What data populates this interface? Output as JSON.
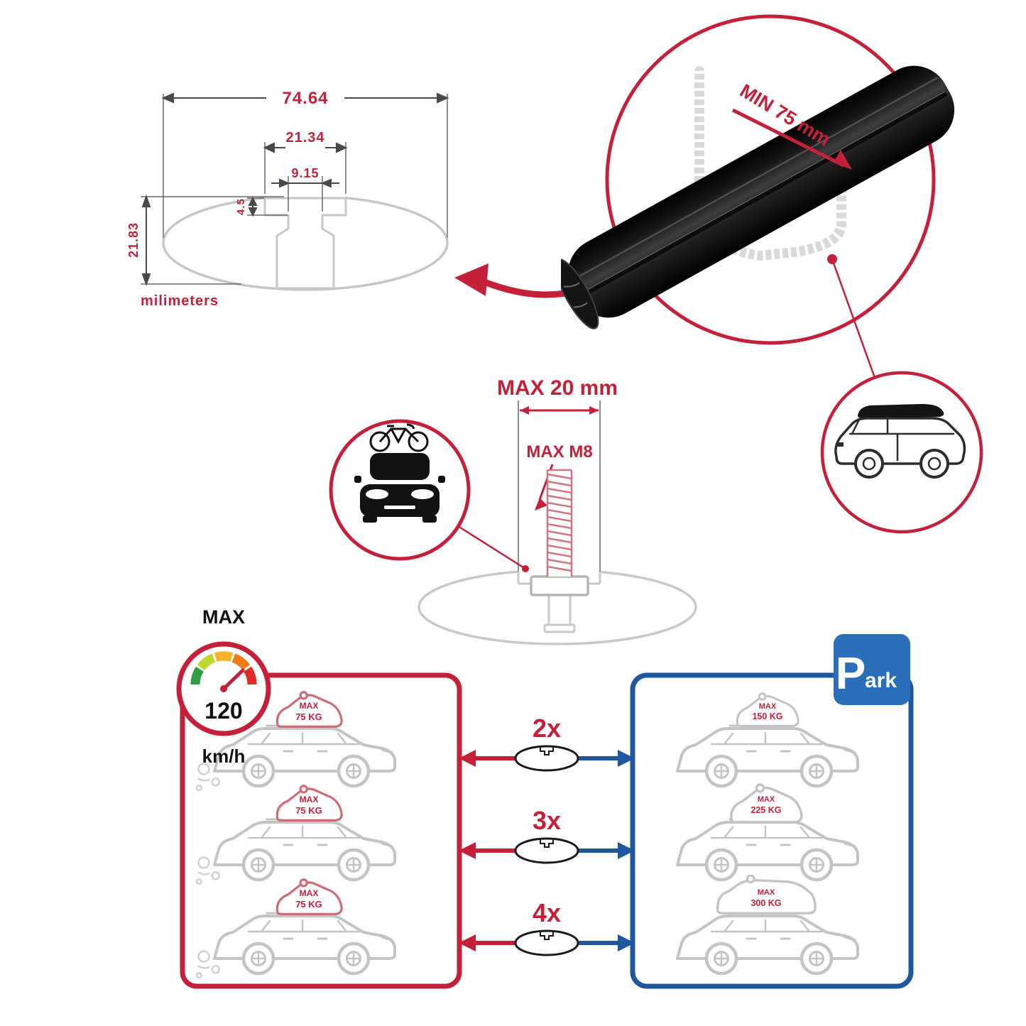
{
  "colors": {
    "accent_red": "#c5203a",
    "accent_blue": "#1e56a0",
    "sign_blue": "#2b6fba",
    "line_gray": "#c7c7c7",
    "bar_black": "#0a0a0a"
  },
  "tech": {
    "total": "74.64",
    "channel": "21.34",
    "slot": "9.15",
    "step": "4.5",
    "height": "21.83",
    "units": "milimeters"
  },
  "clamp": {
    "min": "MIN 75 mm"
  },
  "bolt": {
    "width": "MAX 20 mm",
    "thread": "MAX M8"
  },
  "gauge": {
    "label": "MAX",
    "value": "120",
    "unit": "km/h"
  },
  "moving": {
    "cars": [
      {
        "tag": "MAX",
        "load": "75 KG"
      },
      {
        "tag": "MAX",
        "load": "75 KG"
      },
      {
        "tag": "MAX",
        "load": "75 KG"
      }
    ]
  },
  "options": [
    {
      "qty": "2x"
    },
    {
      "qty": "3x"
    },
    {
      "qty": "4x"
    }
  ],
  "parked": {
    "cars": [
      {
        "tag": "MAX",
        "load": "150 KG"
      },
      {
        "tag": "MAX",
        "load": "225 KG"
      },
      {
        "tag": "MAX",
        "load": "300 KG"
      }
    ]
  },
  "sign": {
    "p": "P",
    "ark": "ark"
  }
}
